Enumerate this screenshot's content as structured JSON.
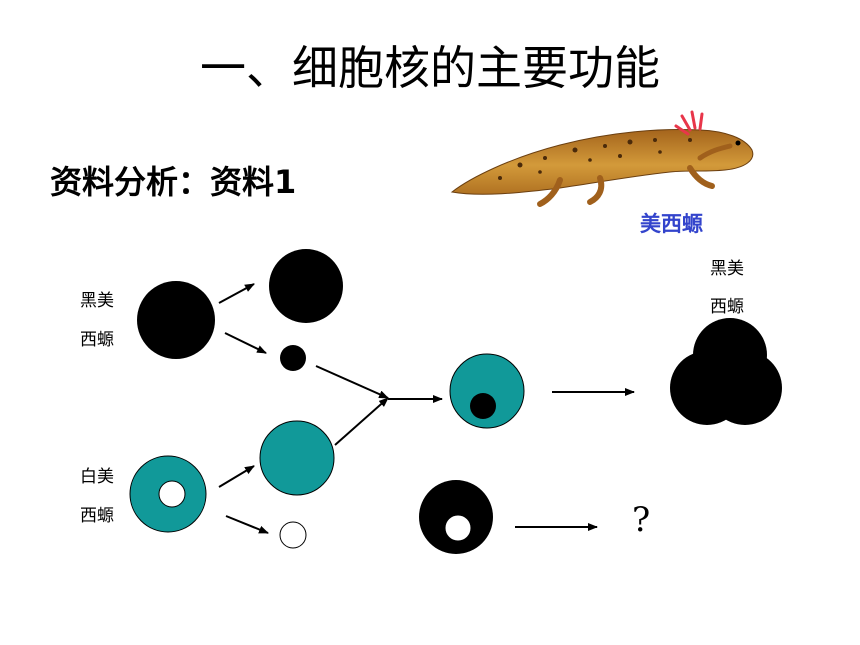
{
  "title": "一、细胞核的主要功能",
  "subtitle": "资料分析：资料1",
  "salamander_caption": "美西螈",
  "labels": {
    "black_axolotl_line1": "黑美",
    "black_axolotl_line2": "西螈",
    "white_axolotl_line1": "白美",
    "white_axolotl_line2": "西螈",
    "result_line1": "黑美",
    "result_line2": "西螈"
  },
  "unknown_result": "?",
  "colors": {
    "black_cell": "#000000",
    "white_cell": "#119999",
    "salamander_body": "#c8892a",
    "caption": "#3344cc"
  },
  "icons": [
    "salamander-illustration",
    "arrow-icon"
  ]
}
